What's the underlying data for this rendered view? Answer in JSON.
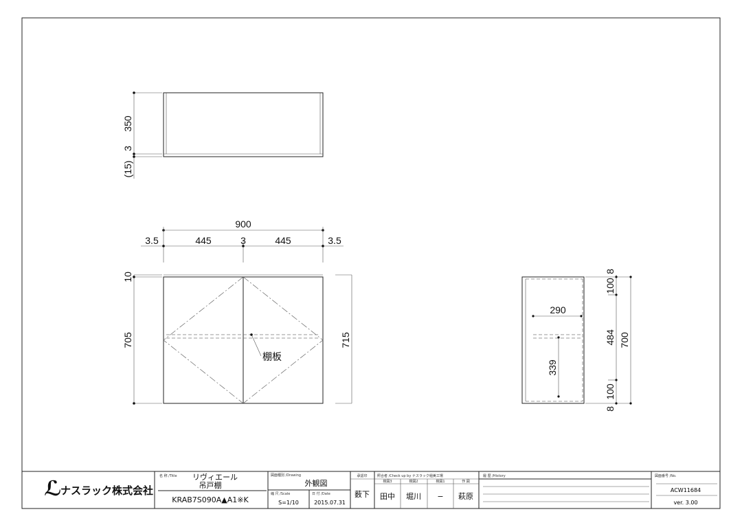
{
  "top_view": {
    "dims": [
      "350",
      "3",
      "(15)"
    ]
  },
  "front_view": {
    "width": "900",
    "segments": [
      "3.5",
      "445",
      "3",
      "445",
      "3.5"
    ],
    "left": [
      "10",
      "705"
    ],
    "right": "715",
    "shelf_label": "棚板"
  },
  "side_view": {
    "depth": "290",
    "shelf_height": "339",
    "right": [
      "8",
      "100",
      "484",
      "100",
      "8"
    ],
    "total": "700"
  },
  "title_block": {
    "company": "ナスラック株式会社",
    "title_label": "名 称 /Title",
    "title": "リヴィエール",
    "subtitle": "吊戸棚",
    "model": "KRAB7S090A▲A1※K",
    "drawing_label": "図面種別 /Drawing",
    "drawing": "外観図",
    "scale_label": "縮 尺 /Scale",
    "scale": "S=1/10",
    "date_label": "日 付 /Date",
    "date": "2015.07.31",
    "approval_label": "承認印",
    "approver": "薮下",
    "check_label": "照合者 /Check up by ナスラック稲美工場",
    "check_cols": [
      "検図3",
      "検図2",
      "検図1",
      "作 図"
    ],
    "check_names": [
      "田中",
      "堀川",
      "−",
      "萩原"
    ],
    "history_label": "履 歴 /History",
    "no_label": "図面番号 /No.",
    "no": "ACW11684",
    "version": "ver. 3.00"
  }
}
